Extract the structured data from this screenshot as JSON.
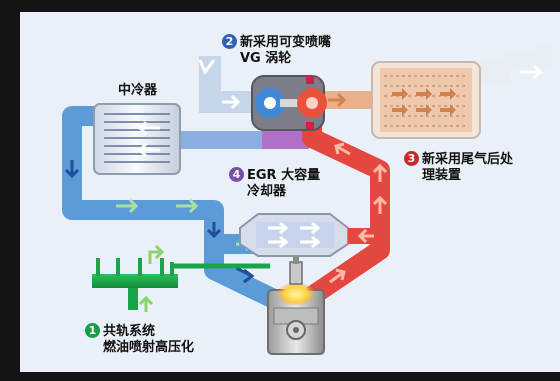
{
  "labels": {
    "turbo": {
      "num": "2",
      "line1": "新采用可变喷嘴",
      "line2": "VG 涡轮"
    },
    "intercooler": {
      "text": "中冷器"
    },
    "aftertreatment": {
      "num": "3",
      "line1": "新采用尾气后处",
      "line2": "理装置"
    },
    "egr": {
      "num": "4",
      "line1": "EGR 大容量",
      "line2": "冷却器"
    },
    "common_rail": {
      "num": "1",
      "line1": "共轨系统",
      "line2": "燃油喷射高压化"
    }
  },
  "colors": {
    "intake_blue": "#5b9bd8",
    "hot_red": "#e4473f",
    "egr_purple": "#b170c8",
    "exhaust_tan": "#e9b08a",
    "rail_green": "#19a34a",
    "num_badge_1": "#1a9d48",
    "num_badge_2": "#2f62b4",
    "num_badge_3": "#c52b2b",
    "num_badge_4": "#7b4ea8"
  }
}
